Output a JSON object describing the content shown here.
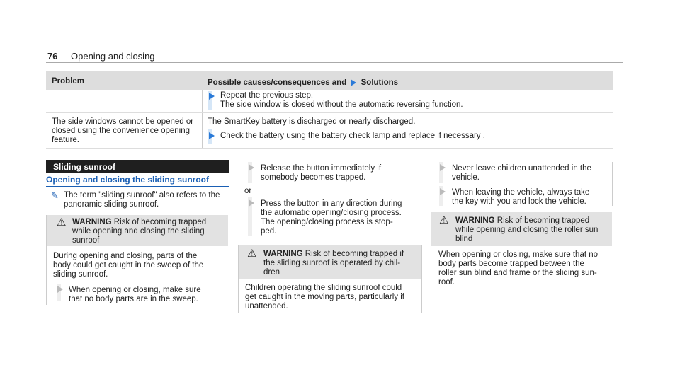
{
  "page": {
    "number": "76",
    "title": "Opening and closing"
  },
  "table": {
    "col1_header": "Problem",
    "col2_header_a": "Possible causes/consequences and",
    "col2_header_b": "Solutions",
    "row1": {
      "line1": "Repeat the previous step.",
      "line2": "The side window is closed without the automatic reversing function."
    },
    "row2": {
      "problem_line1": "The side windows cannot be opened or",
      "problem_line2": "closed using the convenience opening",
      "problem_line3": "feature.",
      "cause": "The SmartKey battery is discharged or nearly discharged.",
      "solution": "Check the battery using the battery check lamp and replace if necessary ."
    }
  },
  "col1": {
    "section_title": "Sliding sunroof",
    "subsection_title": "Opening and closing the sliding sunroof",
    "note_line1": "The term \"sliding sunroof\" also refers to the",
    "note_line2": "panoramic sliding sunroof.",
    "warning": {
      "label": "WARNING",
      "head_line1": "Risk of becoming trapped",
      "head_line2": "while opening and closing the sliding",
      "head_line3": "sunroof",
      "body_line1": "During opening and closing, parts of the",
      "body_line2": "body could get caught in the sweep of the",
      "body_line3": "sliding sunroof.",
      "step_line1": "When opening or closing, make sure",
      "step_line2": "that no body parts are in the sweep."
    }
  },
  "col2": {
    "step1_line1": "Release the button immediately if",
    "step1_line2": "somebody becomes trapped.",
    "or": "or",
    "step2_line1": "Press the button in any direction during",
    "step2_line2": "the automatic opening/closing process.",
    "step2_line3": "The opening/closing process is stop-",
    "step2_line4": "ped.",
    "warning": {
      "label": "WARNING",
      "head_line1": "Risk of becoming trapped if",
      "head_line2": "the sliding sunroof is operated by chil-",
      "head_line3": "dren",
      "body_line1": "Children operating the sliding sunroof could",
      "body_line2": "get caught in the moving parts, particularly if",
      "body_line3": "unattended."
    }
  },
  "col3": {
    "step1_line1": "Never leave children unattended in the",
    "step1_line2": "vehicle.",
    "step2_line1": "When leaving the vehicle, always take",
    "step2_line2": "the key with you and lock the vehicle.",
    "warning": {
      "label": "WARNING",
      "head_line1": "Risk of becoming trapped",
      "head_line2": "while opening and closing the roller sun",
      "head_line3": "blind",
      "body_line1": "When opening or closing, make sure that no",
      "body_line2": "body parts become trapped between the",
      "body_line3": "roller sun blind and frame or the sliding sun-",
      "body_line4": "roof."
    }
  },
  "colors": {
    "accent_blue": "#1a5fb4",
    "arrow_blue": "#2a7ad8",
    "header_grey": "#dddddd",
    "section_black": "#1f1f1f"
  }
}
